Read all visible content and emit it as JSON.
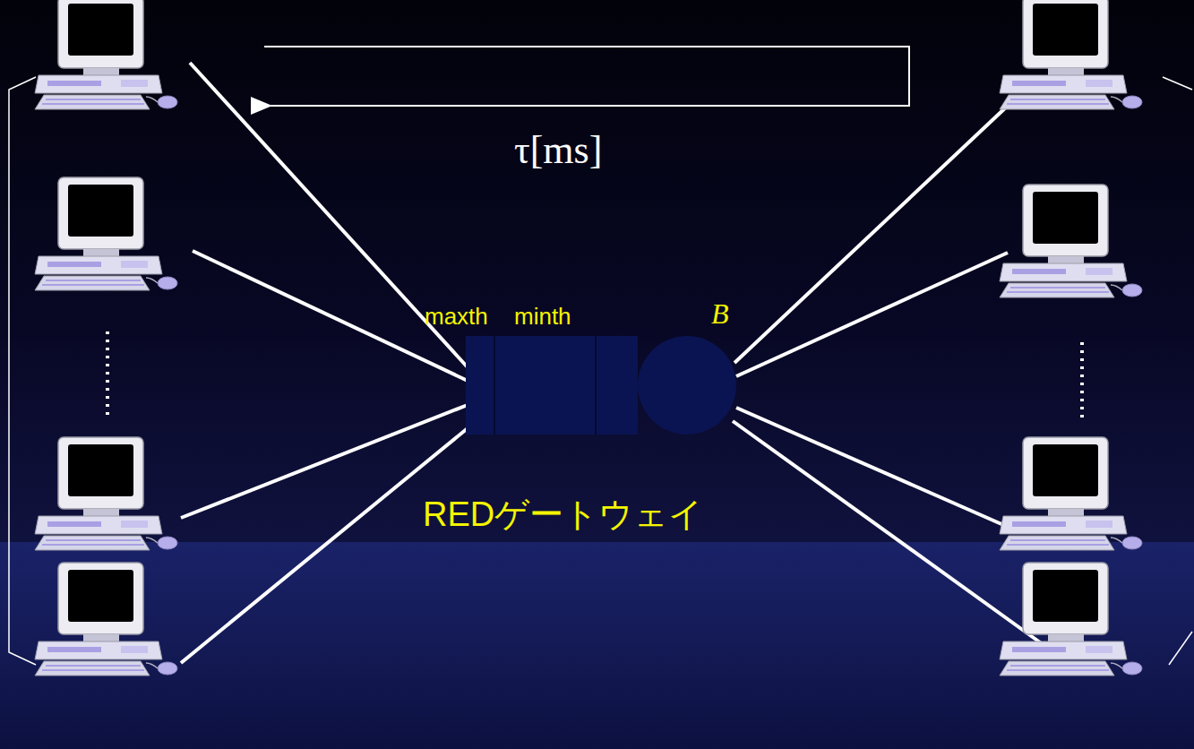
{
  "diagram": {
    "nodes": [
      {
        "text": [
          "maxth",
          "minth"
        ]
      },
      {
        "text": [
          "B"
        ]
      }
    ],
    "labels": [
      "τ[ms]",
      "REDゲートウェイ"
    ]
  }
}
